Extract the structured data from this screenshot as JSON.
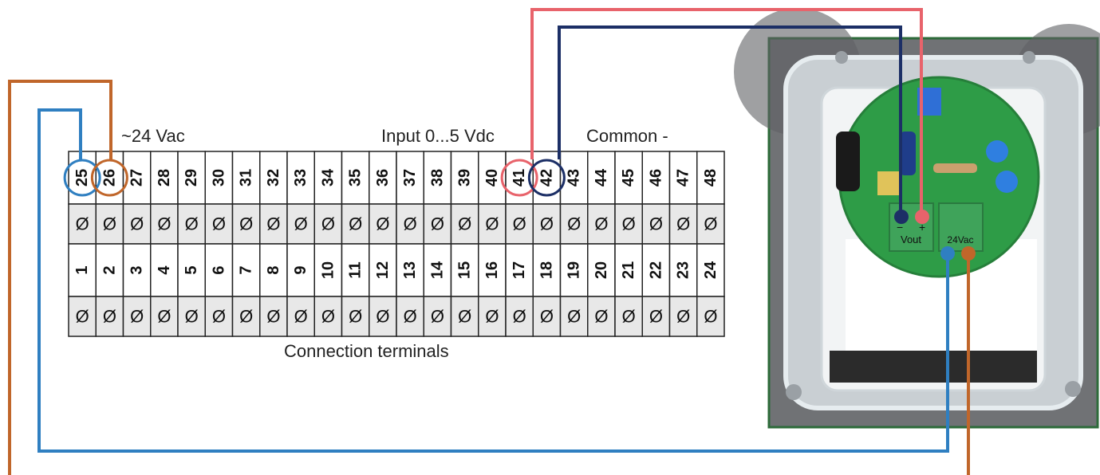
{
  "labels": {
    "vac": "~24 Vac",
    "input": "Input 0...5 Vdc",
    "common": "Common -",
    "caption": "Connection terminals"
  },
  "terminals": {
    "top_row": [
      "25",
      "26",
      "27",
      "28",
      "29",
      "30",
      "31",
      "32",
      "33",
      "34",
      "35",
      "36",
      "37",
      "38",
      "39",
      "40",
      "41",
      "42",
      "43",
      "44",
      "45",
      "46",
      "47",
      "48"
    ],
    "bottom_row": [
      "1",
      "2",
      "3",
      "4",
      "5",
      "6",
      "7",
      "8",
      "9",
      "10",
      "11",
      "12",
      "13",
      "14",
      "15",
      "16",
      "17",
      "18",
      "19",
      "20",
      "21",
      "22",
      "23",
      "24"
    ],
    "screw_symbol": "Ø"
  },
  "highlights": [
    {
      "terminal": "25",
      "color": "#2f7fc1"
    },
    {
      "terminal": "26",
      "color": "#c0662a"
    },
    {
      "terminal": "41",
      "color": "#e8636b"
    },
    {
      "terminal": "42",
      "color": "#1c2f66"
    }
  ],
  "photo": {
    "vout_label": "Vout",
    "vac_label": "24Vac",
    "minus": "−",
    "plus": "+"
  },
  "colors": {
    "blue": "#2f7fc1",
    "orange": "#c0662a",
    "red": "#e8636b",
    "navy": "#1c2f66",
    "grid_fill": "#e8e8e8",
    "pcb_green": "#2e9c47"
  }
}
